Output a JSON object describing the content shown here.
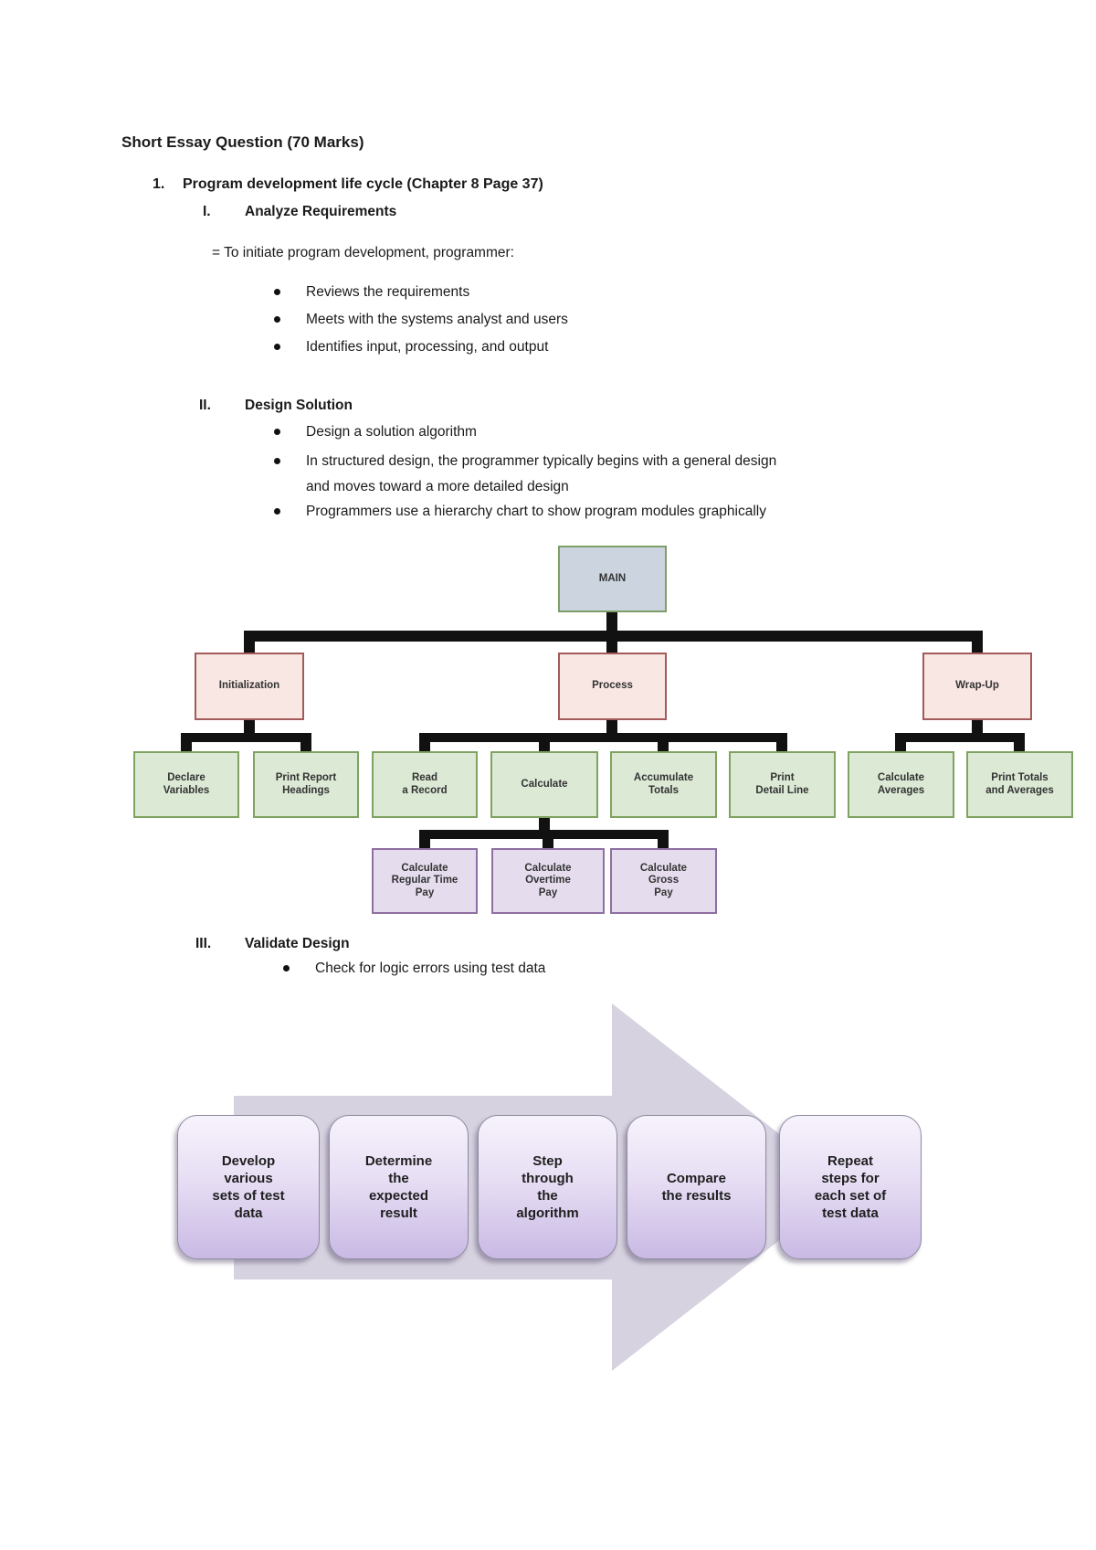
{
  "document": {
    "title": "Short Essay Question (70 Marks)",
    "list_number": "1.",
    "list_item": "Program development life cycle (Chapter 8 Page 37)",
    "sections": [
      {
        "numeral": "I.",
        "heading": "Analyze Requirements",
        "intro": "= To initiate program development, programmer:",
        "bullets": [
          [
            "Reviews the requirements"
          ],
          [
            "Meets with the systems analyst and users"
          ],
          [
            "Identifies input, processing, and output"
          ]
        ]
      },
      {
        "numeral": "II.",
        "heading": "Design Solution",
        "bullets": [
          [
            "Design a solution algorithm"
          ],
          [
            "In structured design, the programmer typically begins with a general design",
            "and moves toward a more detailed design"
          ],
          [
            "Programmers use a hierarchy chart to show program modules graphically"
          ]
        ]
      },
      {
        "numeral": "III.",
        "heading": "Validate Design",
        "bullets": [
          [
            "Check for logic errors using test data"
          ]
        ]
      }
    ]
  },
  "hierarchy_chart": {
    "root": {
      "label": [
        "MAIN"
      ]
    },
    "level2": [
      {
        "label": [
          "Initialization"
        ]
      },
      {
        "label": [
          "Process"
        ]
      },
      {
        "label": [
          "Wrap-Up"
        ]
      }
    ],
    "level3": [
      {
        "label": [
          "Declare",
          "Variables"
        ]
      },
      {
        "label": [
          "Print Report",
          "Headings"
        ]
      },
      {
        "label": [
          "Read",
          "a Record"
        ]
      },
      {
        "label": [
          "Calculate"
        ]
      },
      {
        "label": [
          "Accumulate",
          "Totals"
        ]
      },
      {
        "label": [
          "Print",
          "Detail Line"
        ]
      },
      {
        "label": [
          "Calculate",
          "Averages"
        ]
      },
      {
        "label": [
          "Print Totals",
          "and Averages"
        ]
      }
    ],
    "level4": [
      {
        "label": [
          "Calculate",
          "Regular Time",
          "Pay"
        ]
      },
      {
        "label": [
          "Calculate",
          "Overtime",
          "Pay"
        ]
      },
      {
        "label": [
          "Calculate",
          "Gross",
          "Pay"
        ]
      }
    ],
    "colors": {
      "root_fill": "#ccd4df",
      "root_border": "#7e9e68",
      "branch_fill": "#f8e7e2",
      "branch_border": "#a25a5a",
      "leaf_fill": "#dce9d5",
      "leaf_border": "#7fa360",
      "sub_fill": "#e5dcee",
      "sub_border": "#8f6fa1",
      "connector": "#111111"
    }
  },
  "process_arrow": {
    "arrow_color": "#d6d2e0",
    "box_fill_top": "#f7f3fc",
    "box_fill_bottom": "#c9b9e4",
    "steps": [
      {
        "label": [
          "Develop",
          "various",
          "sets of test",
          "data"
        ]
      },
      {
        "label": [
          "Determine",
          "the",
          "expected",
          "result"
        ]
      },
      {
        "label": [
          "Step",
          "through",
          "the",
          "algorithm"
        ]
      },
      {
        "label": [
          "Compare",
          "the results"
        ]
      },
      {
        "label": [
          "Repeat",
          "steps for",
          "each set of",
          "test data"
        ]
      }
    ]
  }
}
